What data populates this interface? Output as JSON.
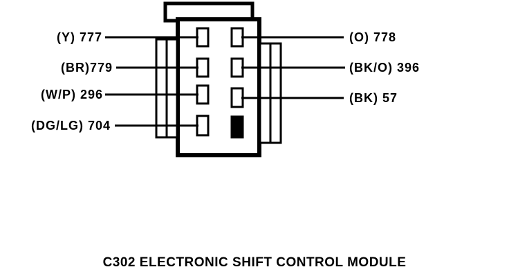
{
  "diagram": {
    "caption": "C302 ELECTRONIC SHIFT CONTROL MODULE",
    "connector_name": "C302",
    "left_labels": [
      {
        "label": "(Y) 777"
      },
      {
        "label": "(BR)779"
      },
      {
        "label": "(W/P) 296"
      },
      {
        "label": "(DG/LG) 704"
      }
    ],
    "right_labels": [
      {
        "label": "(O) 778"
      },
      {
        "label": "(BK/O) 396"
      },
      {
        "label": "(BK) 57"
      }
    ],
    "colors": {
      "line": "#000000",
      "background": "#ffffff",
      "filled_pin": "#000000"
    }
  }
}
